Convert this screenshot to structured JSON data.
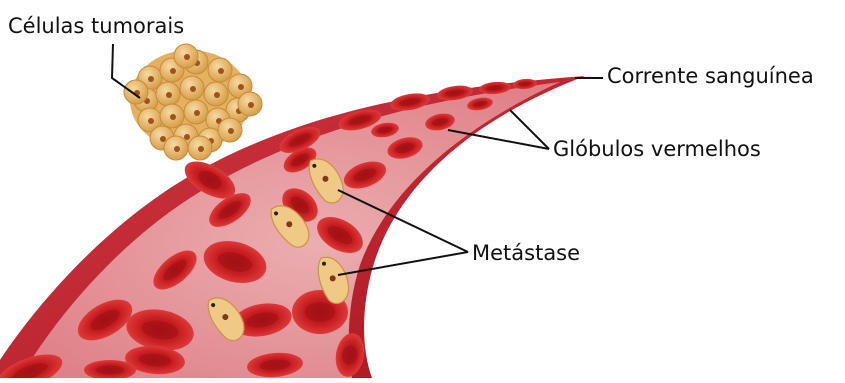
{
  "labels": {
    "tumor_cells": "Células tumorais",
    "bloodstream": "Corrente sanguínea",
    "red_blood_cells": "Glóbulos vermelhos",
    "metastasis": "Metástase"
  },
  "colors": {
    "vessel_wall": "#c0232f",
    "vessel_inner": "#e8a5a8",
    "red_cell": "#c81e22",
    "red_cell_center": "#9e1014",
    "tumor_cell": "#e6b35e",
    "tumor_nucleus": "#a0521c",
    "metastatic_cell": "#f0c987",
    "leader_line": "#111111"
  },
  "icons": {
    "tumor": "tumor-cell-cluster",
    "vessel": "blood-vessel",
    "rbc": "red-blood-cell",
    "metastasis": "metastatic-cell"
  }
}
